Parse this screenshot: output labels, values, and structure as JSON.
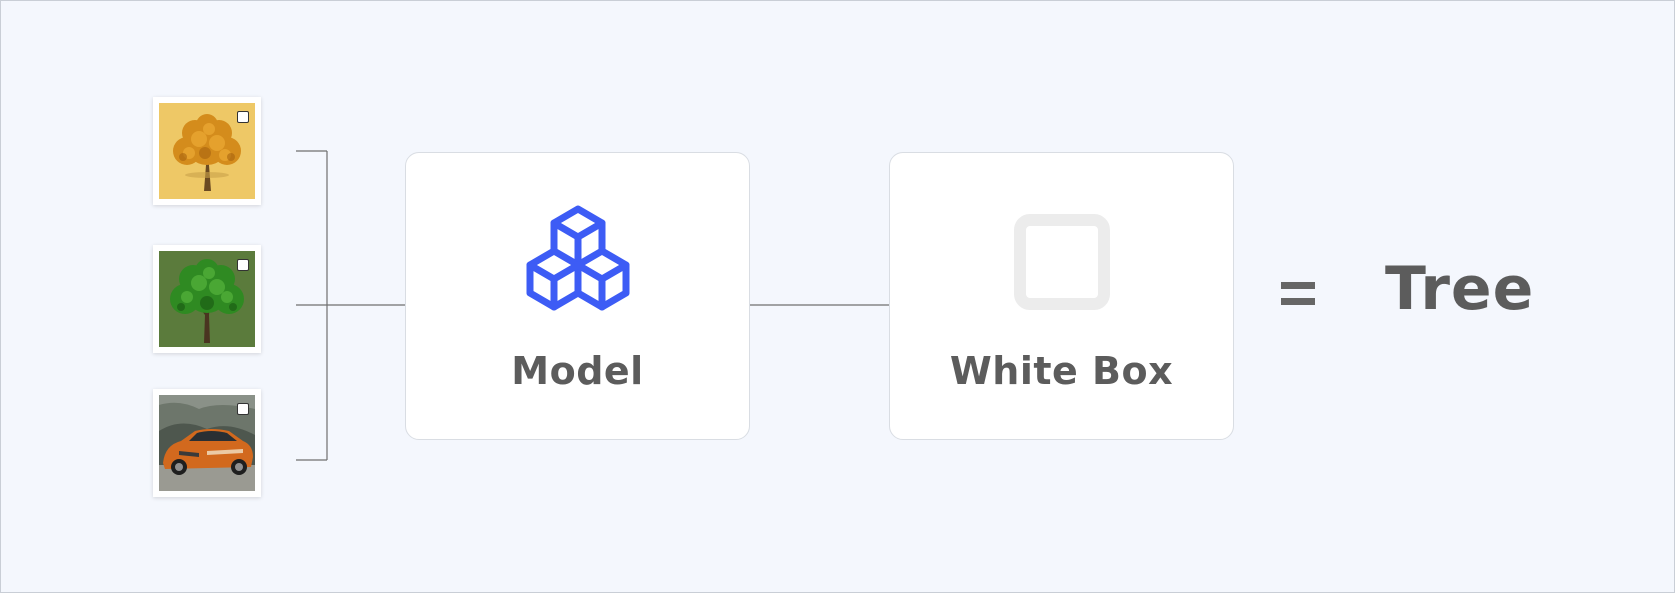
{
  "inputs": [
    {
      "name": "autumn-tree-image",
      "background": "#eec866"
    },
    {
      "name": "green-tree-image",
      "background": "#5b7b3c"
    },
    {
      "name": "orange-car-image",
      "background": "#4e574e"
    }
  ],
  "model_card": {
    "label": "Model",
    "icon": "cubes-icon",
    "icon_color": "#3d5cf5"
  },
  "output_card": {
    "label": "White Box",
    "icon": "empty-square-icon",
    "icon_color": "#ececec"
  },
  "operator": "=",
  "result": {
    "label": "Tree"
  },
  "colors": {
    "background": "#f4f7fd",
    "text": "#5c5c5c",
    "line": "#777777"
  }
}
